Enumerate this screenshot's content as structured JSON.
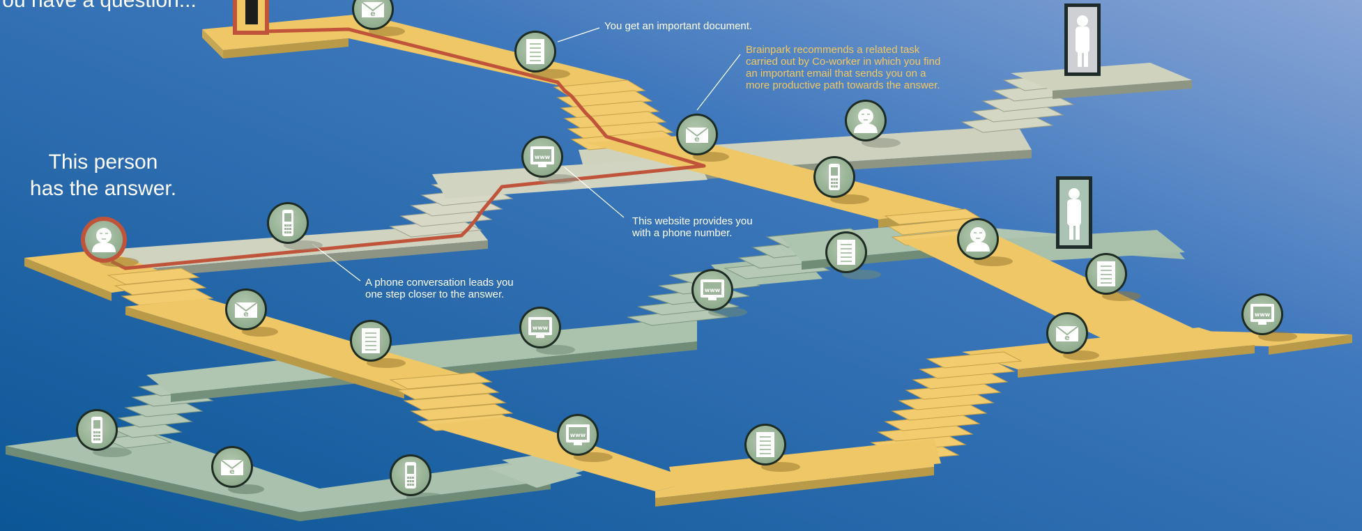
{
  "texts": {
    "top_title": "You have a question...",
    "answer_holder": [
      "This person",
      "has the answer."
    ],
    "document_note": "You get an important document.",
    "recommendation_note": [
      "Brainpark recommends a related task",
      "carried out by Co-worker in which you find",
      "an important email that sends you on a",
      "more productive path towards the answer."
    ],
    "website_note": [
      "This website provides you",
      "with a phone number."
    ],
    "phone_note": [
      "A phone conversation leads you",
      "one step closer to the answer."
    ]
  },
  "colors": {
    "sky_top": "#6f94c9",
    "sky_bottom": "#0f5a98",
    "yellow_path": "#efc765",
    "green_path": "#aec4b0",
    "grey_path": "#cfd3bf",
    "route_line": "#c0543a",
    "node_fill": "#9cb59a",
    "node_ring": "#1e2b22",
    "caption_yellow": "#f3c860"
  },
  "icon_types": [
    "email-icon",
    "document-icon",
    "web-icon",
    "phone-icon",
    "person-icon"
  ]
}
